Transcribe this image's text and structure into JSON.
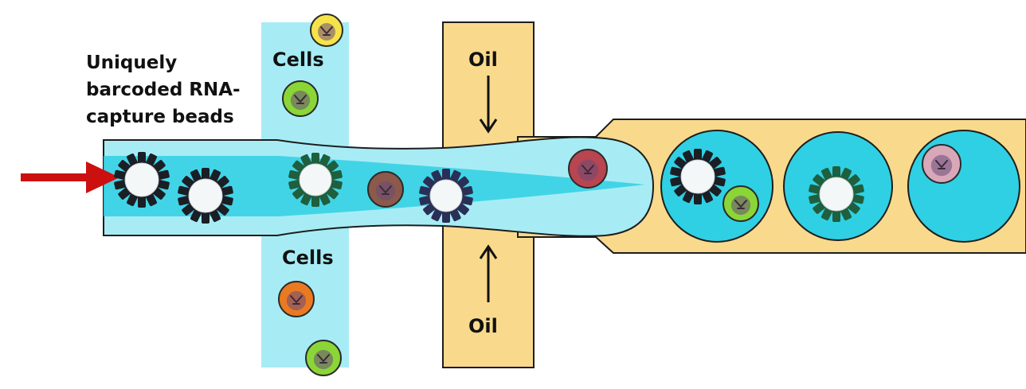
{
  "labels": {
    "beads_line1": "Uniquely",
    "beads_line2": "barcoded RNA-",
    "beads_line3": "capture beads",
    "cells_top": "Cells",
    "cells_bottom": "Cells",
    "oil_top": "Oil",
    "oil_bottom": "Oil"
  },
  "colors": {
    "aqueous": "#2fd0e3",
    "aqueous_light": "#a7ecf5",
    "oil": "#f9d98c",
    "channel_border": "#1d1d1d",
    "arrow_red": "#cc1010",
    "cell_yellow": "#f6e34a",
    "cell_green": "#8bd637",
    "cell_orange": "#ea7a22",
    "cell_brown": "#8b5a4a",
    "cell_red": "#b8454f",
    "cell_pink": "#d8a8b8",
    "bead_black": "#1b1e24",
    "bead_green": "#1f5f3e",
    "bead_navy": "#2a2f55"
  },
  "icons": [
    "inlet-arrow-icon",
    "down-arrow-icon",
    "up-arrow-icon",
    "barcoded-bead-icon",
    "cell-icon",
    "droplet-icon"
  ]
}
